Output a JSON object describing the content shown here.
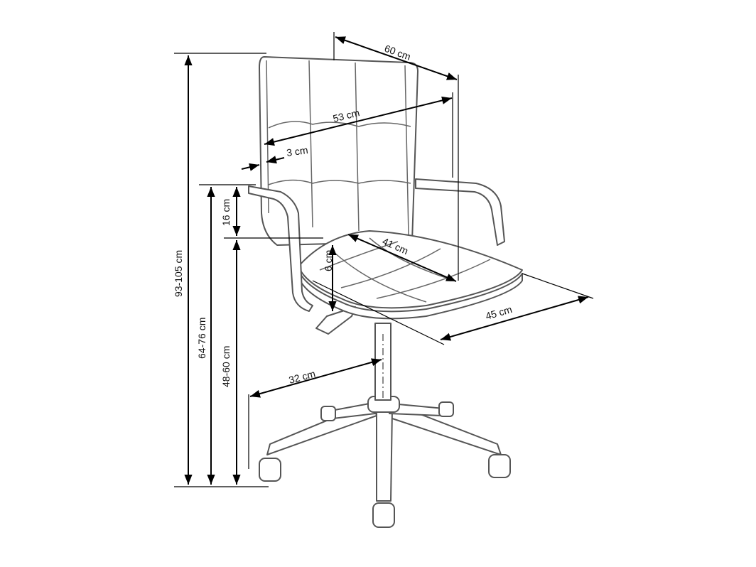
{
  "dimensions": {
    "width": "60 cm",
    "back_width": "53 cm",
    "back_thickness": "3 cm",
    "armrest_height": "16 cm",
    "seat_depth": "41 cm",
    "seat_thickness": "6 cm",
    "depth": "45 cm",
    "base_radius": "32 cm",
    "total_height": "93-105 cm",
    "armrest_floor_height": "64-76 cm",
    "seat_height": "48-60 cm"
  }
}
